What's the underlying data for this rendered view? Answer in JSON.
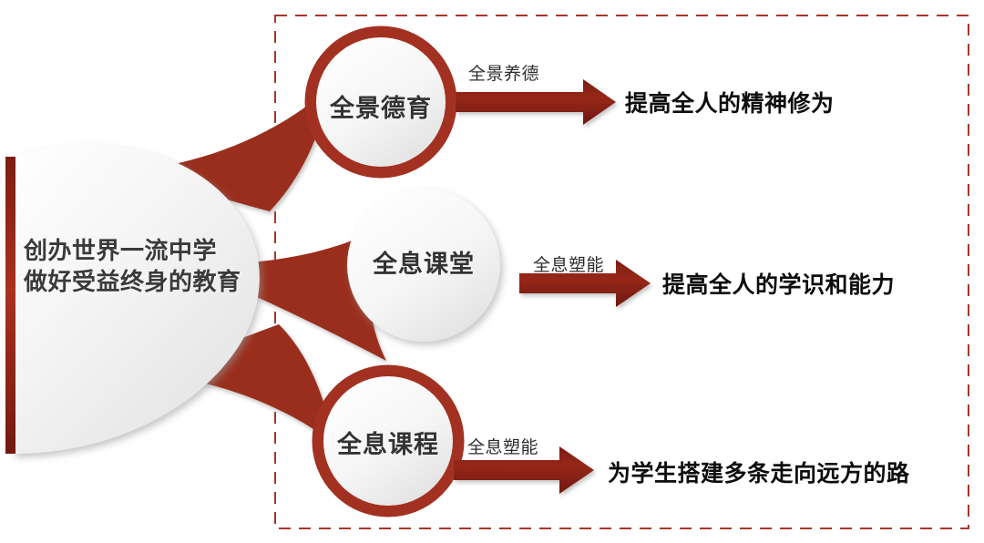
{
  "diagram": {
    "title_block": {
      "text": "创办世界一流中学\n做好受益终身的教育"
    },
    "dashed_frame": {
      "color": "#a8352a",
      "style": "dashed"
    },
    "palette": {
      "brand_red": "#9a2d1f",
      "arrow_red": "#8d2317",
      "ring_red": "#a33121",
      "text_dark": "#2b2b2b",
      "blob_light": "#f2f2f2"
    },
    "branches": [
      {
        "circle_label": "全景德育",
        "arrow_label": "全景养德",
        "outcome": "提高全人的精神修为"
      },
      {
        "circle_label": "全息课堂",
        "arrow_label": "全息塑能",
        "outcome": "提高全人的学识和能力"
      },
      {
        "circle_label": "全息课程",
        "arrow_label": "全息塑能",
        "outcome": "为学生搭建多条走向远方的路"
      }
    ]
  }
}
